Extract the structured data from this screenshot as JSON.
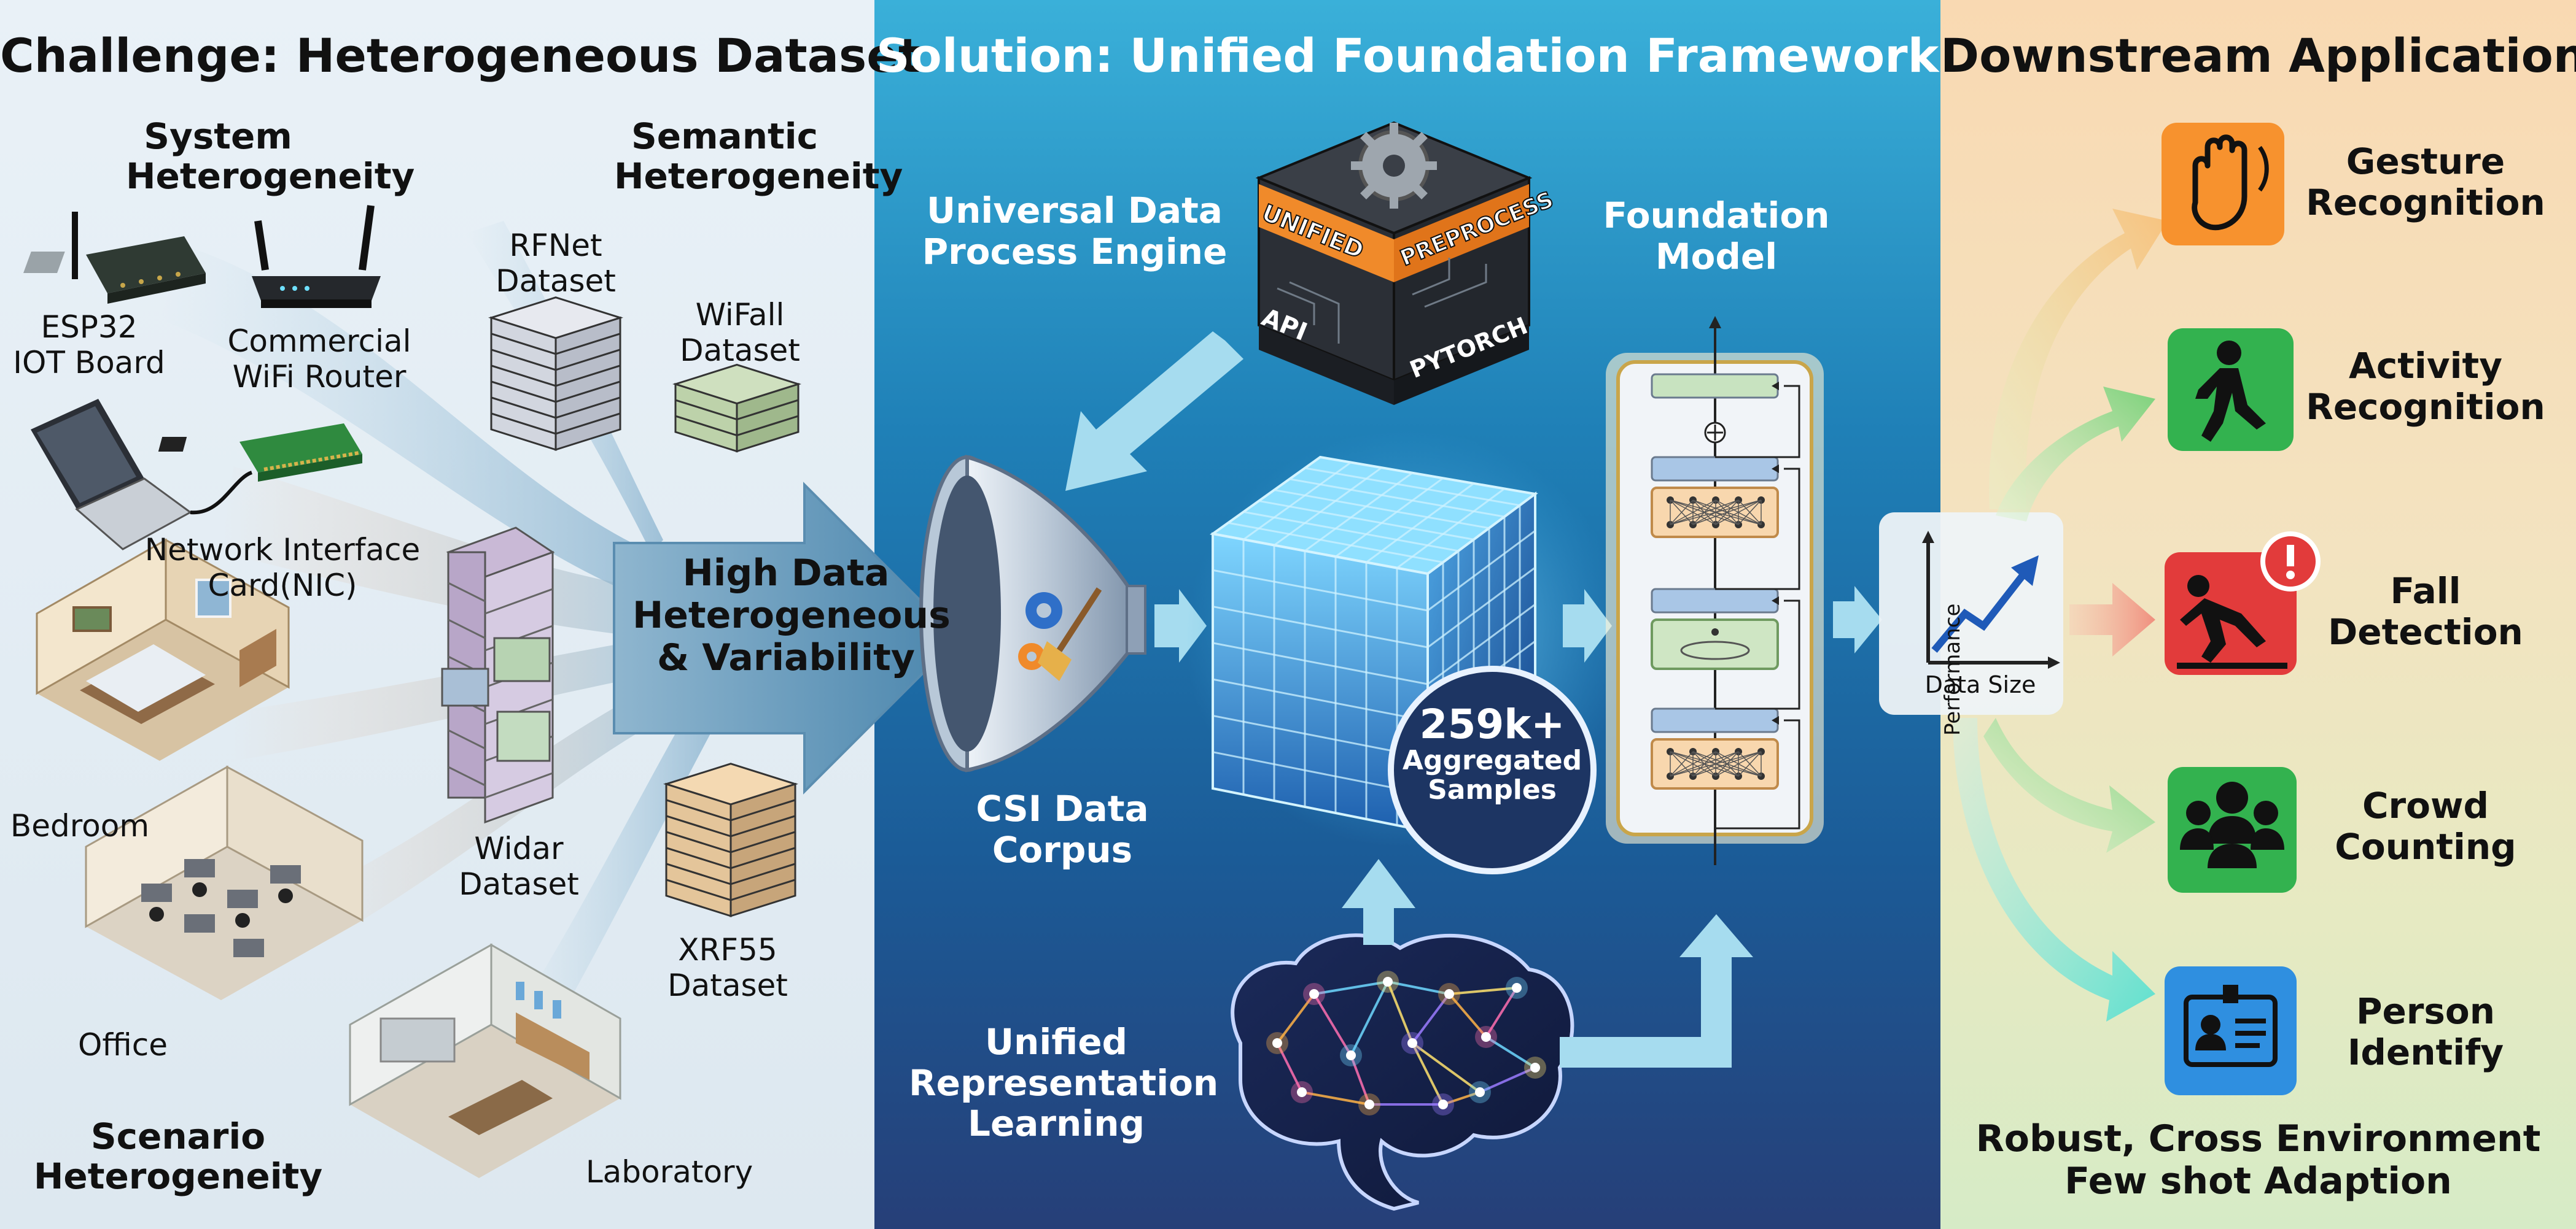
{
  "left": {
    "title": "Challenge: Heterogeneous Dataset",
    "system_het": [
      "System",
      "Heterogeneity"
    ],
    "semantic_het": [
      "Semantic",
      "Heterogeneity"
    ],
    "scenario_het": [
      "Scenario",
      "Heterogeneity"
    ],
    "esp32": [
      "ESP32",
      "IOT Board"
    ],
    "router": [
      "Commercial",
      "WiFi Router"
    ],
    "nic": [
      "Network Interface",
      "Card(NIC)"
    ],
    "rfnet": [
      "RFNet",
      "Dataset"
    ],
    "wifall": [
      "WiFall",
      "Dataset"
    ],
    "widar": [
      "Widar",
      "Dataset"
    ],
    "xrf55": [
      "XRF55",
      "Dataset"
    ],
    "bedroom": "Bedroom",
    "office": "Office",
    "laboratory": "Laboratory",
    "arrow_text": [
      "High Data",
      "Heterogeneous",
      "& Variability"
    ]
  },
  "middle": {
    "title": "Solution: Unified Foundation Framework",
    "engine": [
      "Universal Data",
      "Process Engine"
    ],
    "box_labels": {
      "unified": "UNIFIED",
      "preprocess": "PREPROCESS",
      "api": "API",
      "pytorch": "PYTORCH"
    },
    "foundation": [
      "Foundation",
      "Model"
    ],
    "corpus": [
      "CSI Data",
      "Corpus"
    ],
    "samples": [
      "259k+",
      "Aggregated",
      "Samples"
    ],
    "representation": [
      "Unified",
      "Representation",
      "Learning"
    ]
  },
  "chart": {
    "ylabel": "Performance",
    "xlabel": "Data Size"
  },
  "right": {
    "title": "Downstream Applications",
    "apps": [
      {
        "label": [
          "Gesture",
          "Recognition"
        ],
        "icon": "hand-wave-icon",
        "color": "#f7922e"
      },
      {
        "label": [
          "Activity",
          "Recognition"
        ],
        "icon": "walking-person-icon",
        "color": "#33b24f"
      },
      {
        "label": [
          "Fall",
          "Detection"
        ],
        "icon": "fall-warning-icon",
        "color": "#e23b3b"
      },
      {
        "label": [
          "Crowd",
          "Counting"
        ],
        "icon": "crowd-icon",
        "color": "#33b24f"
      },
      {
        "label": [
          "Person",
          "Identify"
        ],
        "icon": "id-badge-icon",
        "color": "#2f8fe0"
      }
    ],
    "footer": [
      "Robust, Cross Environment",
      "Few shot Adaption"
    ]
  },
  "colors": {
    "mid_top": "#3ab0d9",
    "mid_bottom": "#263f78",
    "orange": "#f7922e",
    "green": "#33b24f",
    "red": "#e23b3b",
    "blue": "#2f8fe0"
  }
}
